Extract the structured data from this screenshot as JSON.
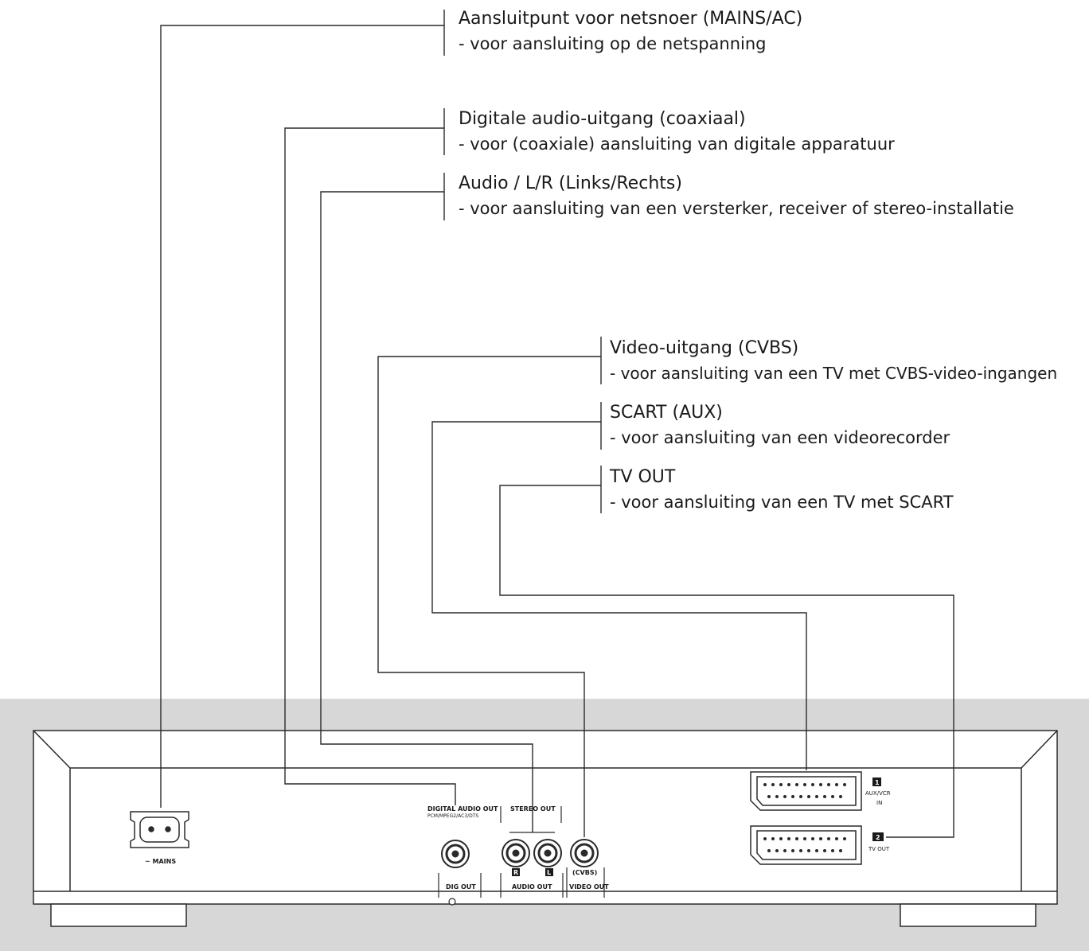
{
  "callouts": {
    "mains": {
      "title": "Aansluitpunt voor netsnoer (MAINS/AC)",
      "description": "- voor aansluiting op de netspanning"
    },
    "digital": {
      "title": "Digitale audio-uitgang (coaxiaal)",
      "description": "- voor (coaxiale) aansluiting van digitale apparatuur"
    },
    "audio": {
      "title": "Audio / L/R (Links/Rechts)",
      "description": "- voor aansluiting van een versterker, receiver of stereo-installatie"
    },
    "video": {
      "title": "Video-uitgang (CVBS)",
      "description": "- voor aansluiting van een TV met CVBS-video-ingangen"
    },
    "scart_aux": {
      "title": "SCART (AUX)",
      "description": "- voor aansluiting van een videorecorder"
    },
    "tv_out": {
      "title": "TV OUT",
      "description": "- voor aansluiting van een TV met SCART"
    }
  },
  "panel": {
    "mains_label": "~ MAINS",
    "digital_audio_out": "DIGITAL AUDIO OUT",
    "digital_formats": "PCM/MPEG2/AC3/DTS",
    "dig_out": "DIG OUT",
    "stereo_out": "STEREO OUT",
    "right_marker": "R",
    "left_marker": "L",
    "audio_out": "AUDIO OUT",
    "cvbs": "(CVBS)",
    "video_out": "VIDEO OUT",
    "scart1_number": "1",
    "scart1_label_line1": "AUX/VCR",
    "scart1_label_line2": "IN",
    "scart2_number": "2",
    "scart2_label": "TV OUT"
  },
  "colors": {
    "line": "#2a2a2a",
    "panel_background": "#d7d7d7",
    "device_face": "#ffffff"
  }
}
